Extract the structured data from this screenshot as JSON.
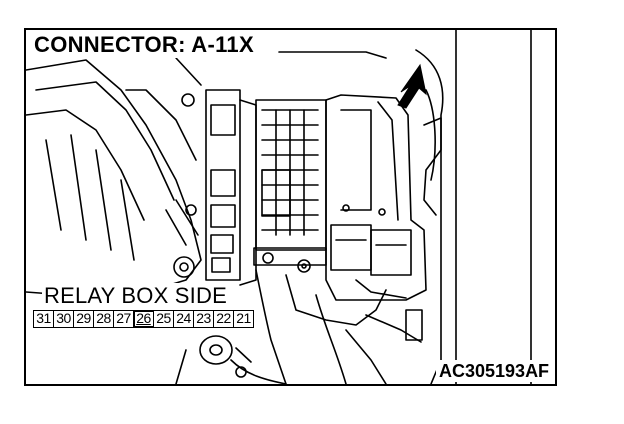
{
  "title": "CONNECTOR: A-11X",
  "relay_label": "RELAY BOX SIDE",
  "pins": [
    "31",
    "30",
    "29",
    "28",
    "27",
    "26",
    "25",
    "24",
    "23",
    "22",
    "21"
  ],
  "highlighted_pin": "26",
  "figure_code": "AC305193AF"
}
